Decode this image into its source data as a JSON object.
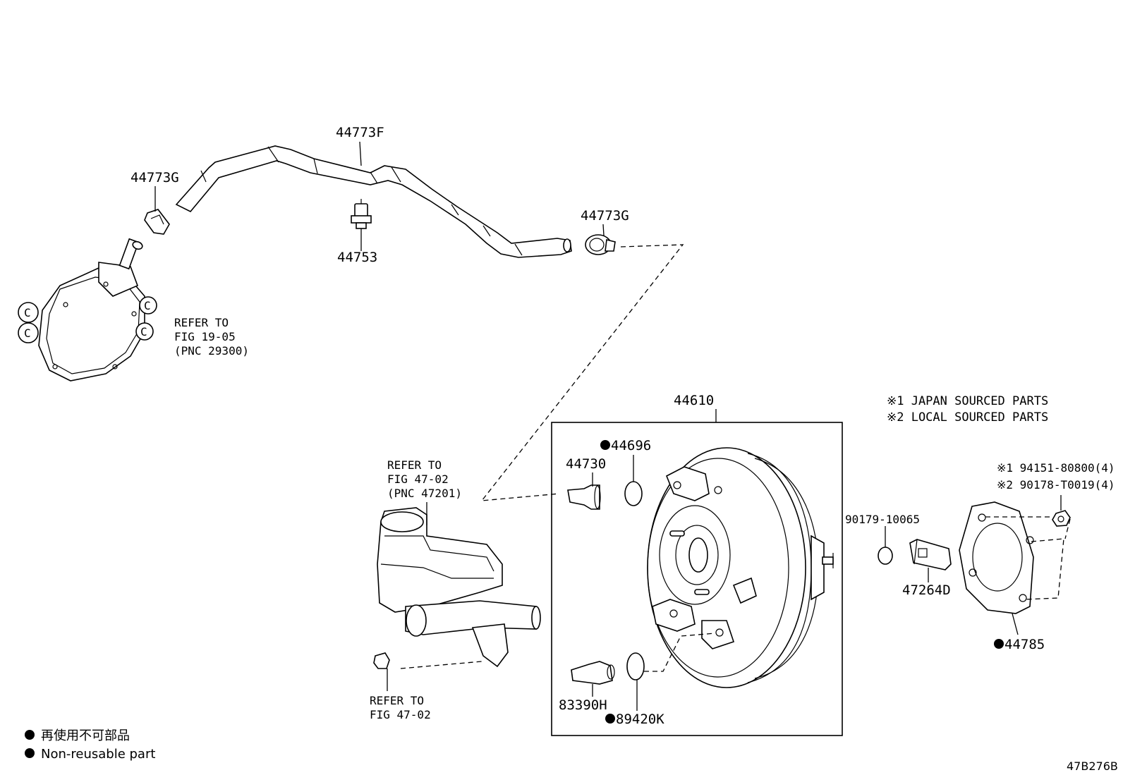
{
  "parts": {
    "hose_main": "44773F",
    "clip_left": "44773G",
    "clip_right": "44773G",
    "check_valve": "44753",
    "booster": "44610",
    "seal_a": "44696",
    "grommet": "44730",
    "pressure_sensor": "83390H",
    "seal_b": "89420K",
    "plug": "90179-10065",
    "bracket": "47264D",
    "gasket": "44785"
  },
  "nut_specs": {
    "spec1": "※1 94151-80800(4)",
    "spec2": "※2 90178-T0019(4)"
  },
  "sourcing_notes": {
    "japan": "※1 JAPAN SOURCED PARTS",
    "local": "※2 LOCAL SOURCED PARTS"
  },
  "references": {
    "vacuum_pump": [
      "REFER TO",
      "FIG 19-05",
      "(PNC 29300)"
    ],
    "master_cyl": [
      "REFER TO",
      "FIG 47-02",
      "(PNC 47201)"
    ],
    "cap": [
      "REFER TO",
      "FIG 47-02"
    ]
  },
  "legend": {
    "japanese": "再使用不可部品",
    "english": "Non-reusable part"
  },
  "figure_id": "47B276B",
  "colors": {
    "ink": "#000000",
    "paper": "#ffffff"
  }
}
